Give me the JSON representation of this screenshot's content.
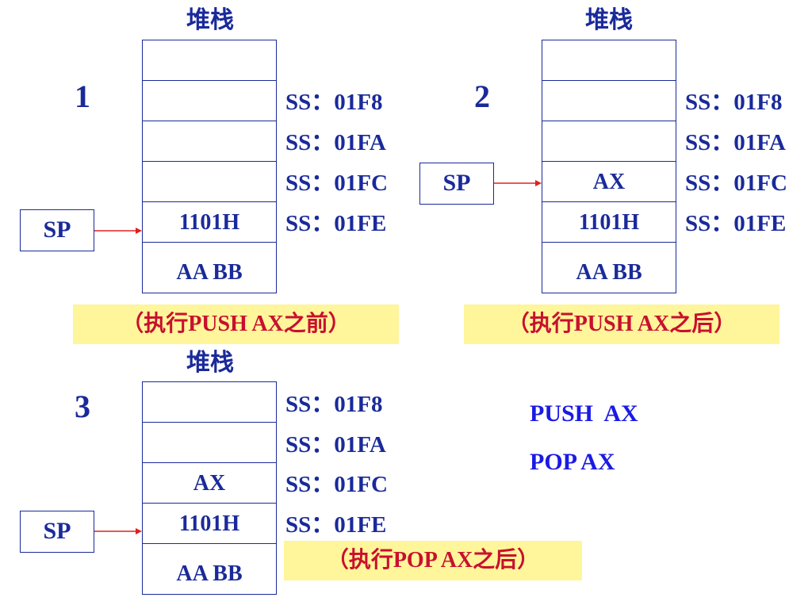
{
  "colors": {
    "ink": "#1a2a9a",
    "arrow": "#e02020",
    "caption_bg": "#fff59a",
    "caption_text": "#c8102e",
    "instruction_text": "#1a1ae6"
  },
  "panels": [
    {
      "step": "1",
      "stack_title": "堆栈",
      "cells": [
        "",
        "",
        "",
        "",
        "1101H",
        "AA BB"
      ],
      "addresses": [
        "SS：01F8",
        "SS：01FA",
        "SS：01FC",
        "SS：01FE"
      ],
      "sp_label": "SP",
      "caption": "（执行PUSH  AX之前）"
    },
    {
      "step": "2",
      "stack_title": "堆栈",
      "cells": [
        "",
        "",
        "",
        "AX",
        "1101H",
        "AA BB"
      ],
      "addresses": [
        "SS：01F8",
        "SS：01FA",
        "SS：01FC",
        "SS：01FE"
      ],
      "sp_label": "SP",
      "caption": "（执行PUSH  AX之后）"
    },
    {
      "step": "3",
      "stack_title": "堆栈",
      "cells": [
        "",
        "",
        "AX",
        "1101H",
        "AA BB"
      ],
      "addresses": [
        "SS：01F8",
        "SS：01FA",
        "SS：01FC",
        "SS：01FE"
      ],
      "sp_label": "SP",
      "caption": "（执行POP  AX之后）"
    }
  ],
  "instructions": [
    "PUSH  AX",
    "POP AX"
  ]
}
